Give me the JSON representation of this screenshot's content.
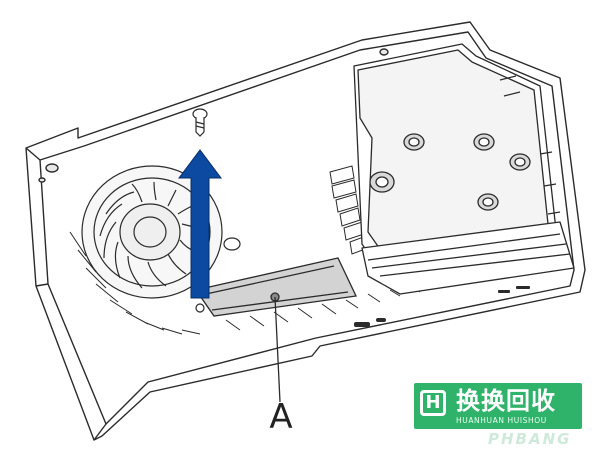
{
  "callout": {
    "label": "A"
  },
  "watermark": {
    "logo_letter": "H",
    "title": "换换回收",
    "subtitle": "HUANHUAN  HUISHOU",
    "ghost_text": "PHBANG"
  },
  "colors": {
    "line": "#2b2b2b",
    "arrow": "#0b4aa0",
    "panel_fill": "#cfcfcf",
    "cover_fill": "#f4f4f4",
    "watermark_bg": "#2fb36b"
  },
  "icons": {
    "arrow": "arrow-up-icon",
    "screw": "screw-icon",
    "fan": "fan-icon"
  }
}
